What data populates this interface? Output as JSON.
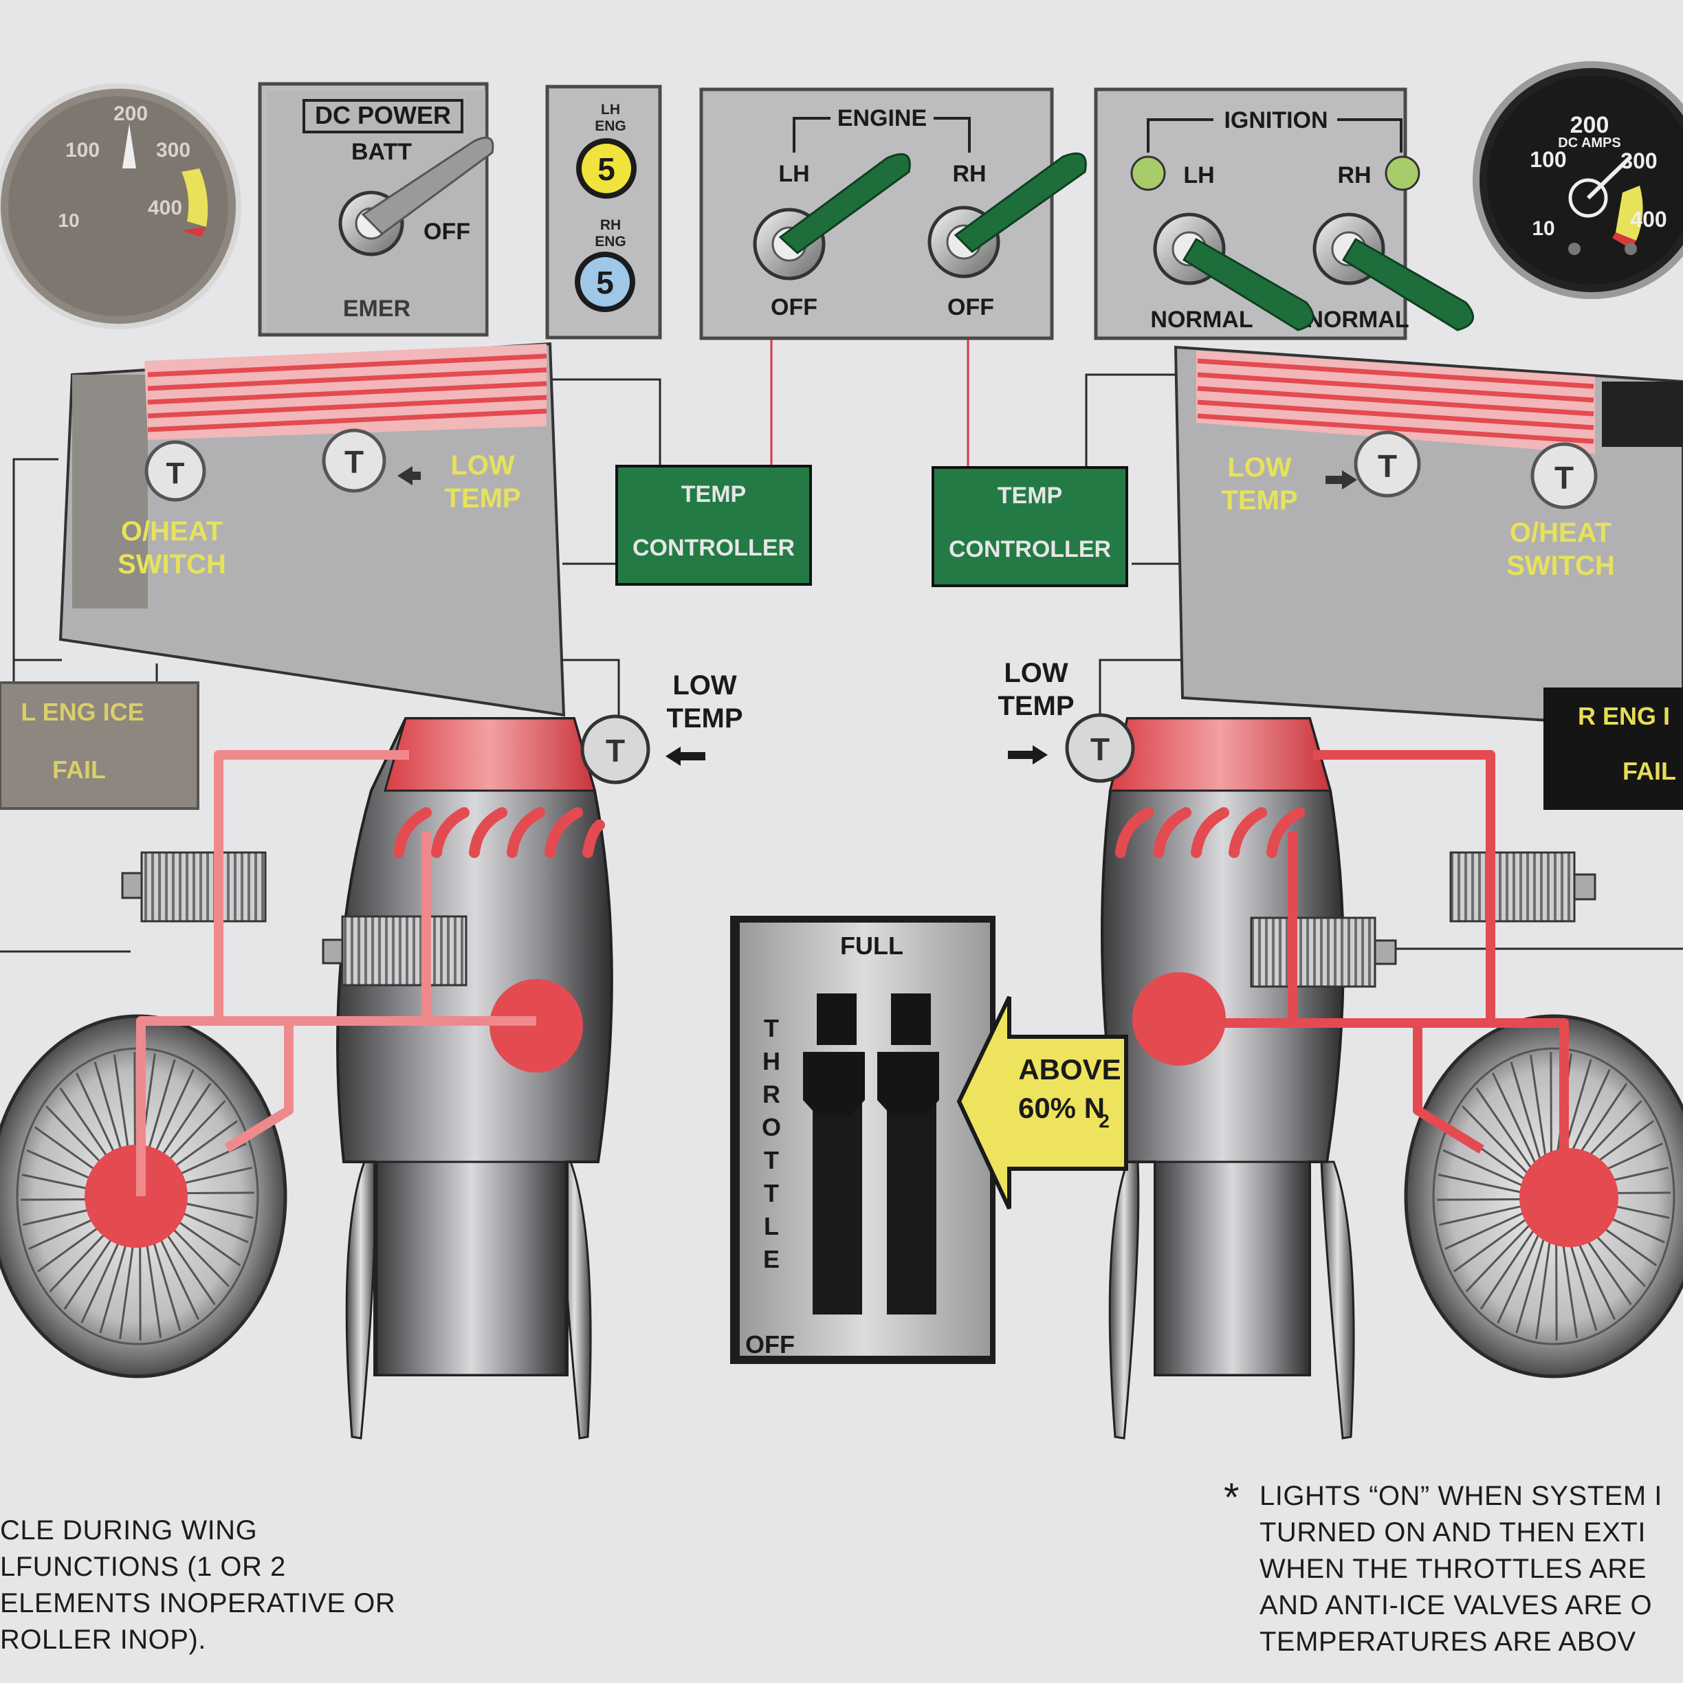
{
  "gauge_left": {
    "ticks": [
      "200",
      "100",
      "300",
      "400",
      "10"
    ],
    "units": ""
  },
  "gauge_right": {
    "ticks": [
      "200",
      "100",
      "300",
      "400",
      "10"
    ],
    "units": "DC AMPS"
  },
  "dc_power_panel": {
    "title": "DC POWER",
    "batt": "BATT",
    "off": "OFF",
    "emer": "EMER"
  },
  "eng_lights_panel": {
    "lh_label": "LH",
    "lh_sub": "ENG",
    "lh_value": "5",
    "rh_label": "RH",
    "rh_sub": "ENG",
    "rh_value": "5"
  },
  "engine_panel": {
    "title": "ENGINE",
    "lh": "LH",
    "rh": "RH",
    "lh_off": "OFF",
    "rh_off": "OFF"
  },
  "ignition_panel": {
    "title": "IGNITION",
    "lh": "LH",
    "rh": "RH",
    "lh_normal": "NORMAL",
    "rh_normal": "NORMAL"
  },
  "left_nacelle": {
    "t": "T",
    "t2": "T",
    "low_temp_1": "LOW",
    "low_temp_2": "TEMP",
    "oheat_1": "O/HEAT",
    "oheat_2": "SWITCH"
  },
  "right_nacelle": {
    "t": "T",
    "t2": "T",
    "low_temp_1": "LOW",
    "low_temp_2": "TEMP",
    "oheat_1": "O/HEAT",
    "oheat_2": "SWITCH"
  },
  "temp_controller_left": {
    "line1": "TEMP",
    "line2": "CONTROLLER"
  },
  "temp_controller_right": {
    "line1": "TEMP",
    "line2": "CONTROLLER"
  },
  "left_engine": {
    "low_temp_1": "LOW",
    "low_temp_2": "TEMP",
    "t": "T"
  },
  "right_engine": {
    "low_temp_1": "LOW",
    "low_temp_2": "TEMP",
    "t": "T"
  },
  "l_eng_ice": {
    "line1": "L ENG ICE",
    "line2": "FAIL"
  },
  "r_eng_ice": {
    "line1": "R ENG I",
    "line2": "FAIL"
  },
  "throttle": {
    "full": "FULL",
    "off": "OFF",
    "letters": [
      "T",
      "H",
      "R",
      "O",
      "T",
      "T",
      "L",
      "E"
    ]
  },
  "n2_arrow": {
    "line1": "ABOVE",
    "line2": "60% N",
    "subscript": "2"
  },
  "note_left": [
    "CLE DURING WING",
    "LFUNCTIONS (1 OR 2",
    "ELEMENTS INOPERATIVE OR",
    "ROLLER INOP)."
  ],
  "note_right": {
    "asterisk": "*",
    "lines": [
      "LIGHTS “ON” WHEN SYSTEM I",
      "TURNED ON AND THEN EXTI",
      "WHEN THE THROTTLES ARE",
      "AND ANTI-ICE VALVES ARE O",
      "TEMPERATURES ARE  ABOV"
    ]
  },
  "colors": {
    "panel_gray": "#b4b4b6",
    "switch_green": "#1e6e3c",
    "controller_green": "#237a45",
    "heat_red": "#e34b51",
    "label_yellow": "#e7e25a",
    "lamp_yellow": "#f0e43c",
    "lamp_blue": "#9fc7e8",
    "dark_panel": "#151515"
  }
}
